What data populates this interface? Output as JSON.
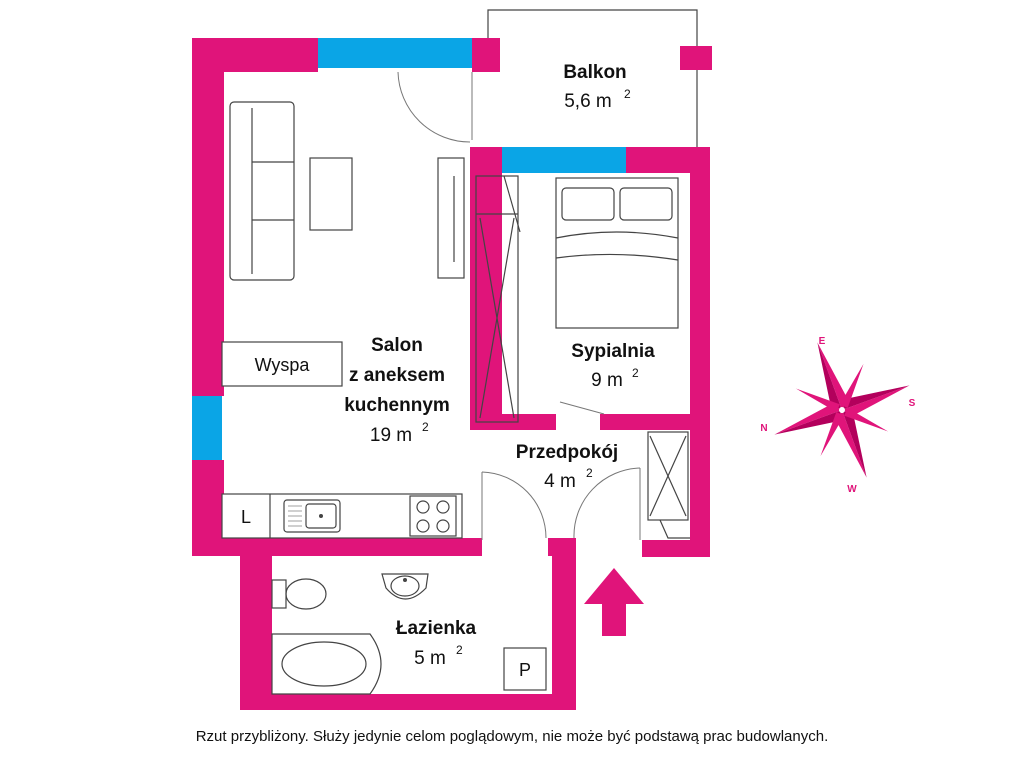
{
  "colors": {
    "wall": "#e0147a",
    "window": "#0aa5e6",
    "furniture": "#444444"
  },
  "rooms": {
    "balkon": {
      "name": "Balkon",
      "area": "5,6 m",
      "sup": "2"
    },
    "salon": {
      "name1": "Salon",
      "name2": "z aneksem",
      "name3": "kuchennym",
      "area": "19 m",
      "sup": "2"
    },
    "sypialnia": {
      "name": "Sypialnia",
      "area": "9 m",
      "sup": "2"
    },
    "przedpokoj": {
      "name": "Przedpokój",
      "area": "4 m",
      "sup": "2"
    },
    "lazienka": {
      "name": "Łazienka",
      "area": "5 m",
      "sup": "2"
    }
  },
  "labels": {
    "island": "Wyspa",
    "fridge": "L",
    "washer": "P"
  },
  "compass": {
    "n": "N",
    "e": "E",
    "s": "S",
    "w": "W"
  },
  "disclaimer": "Rzut przybliżony. Służy jedynie celom poglądowym, nie może być podstawą prac budowlanych."
}
